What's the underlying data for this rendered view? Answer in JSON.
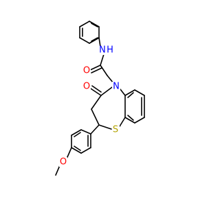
{
  "molecule": {
    "colors": {
      "bond": "#000000",
      "nitrogen": "#0000ff",
      "oxygen": "#ff0000",
      "sulfur": "#b3a300",
      "background": "#ffffff"
    },
    "atom_labels": {
      "amide_nh": "N",
      "amide_h": "H",
      "amide_oxygen": "O",
      "ring_nitrogen": "N",
      "lactam_oxygen": "O",
      "ring_sulfur": "S",
      "ether_oxygen": "O"
    }
  }
}
